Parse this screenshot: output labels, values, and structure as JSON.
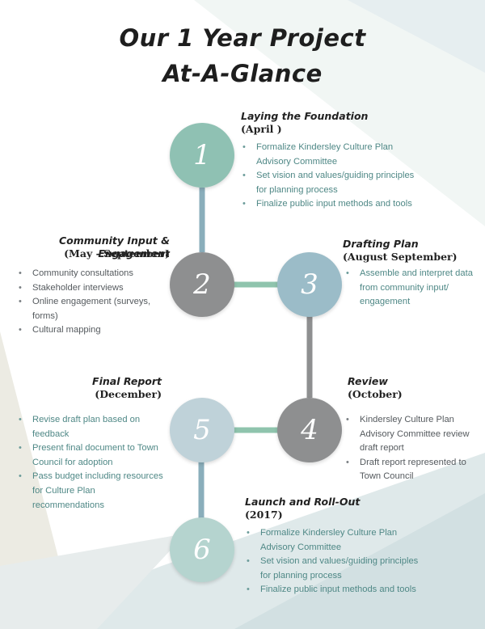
{
  "title": {
    "line1": "Our 1 Year Project",
    "line2": "At-A-Glance"
  },
  "colors": {
    "teal": "#8fc1b3",
    "gray": "#8e8f90",
    "blue": "#9bbcc8",
    "light_blue": "#bfd2d9",
    "pale_teal": "#b5d4cf",
    "connector_blue": "#8aaebb",
    "connector_green": "#8fc4ad"
  },
  "phases": [
    {
      "number": "1",
      "title": "Laying the Foundation",
      "date": "(April )",
      "items": [
        "Formalize Kindersley Culture Plan Advisory Committee",
        "Set vision and values/guiding principles for planning process",
        "Finalize public input methods and tools"
      ]
    },
    {
      "number": "2",
      "title": "Community Input & Engagement",
      "date": "(May - September)",
      "items": [
        "Community consultations",
        "Stakeholder interviews",
        "Online engagement (surveys, forms)",
        "Cultural mapping"
      ]
    },
    {
      "number": "3",
      "title": "Drafting Plan",
      "date": "(August September)",
      "items": [
        "Assemble and interpret data from community input/ engagement"
      ]
    },
    {
      "number": "4",
      "title": "Review",
      "date": "(October)",
      "items": [
        "Kindersley Culture Plan Advisory Committee review draft report",
        "Draft report represented to Town Council"
      ]
    },
    {
      "number": "5",
      "title": "Final Report",
      "date": "(December)",
      "items": [
        "Revise draft plan based on feedback",
        "Present final document to Town Council for adoption",
        "Pass budget including resources for Culture Plan recommendations"
      ]
    },
    {
      "number": "6",
      "title": "Launch and Roll-Out",
      "date": "(2017)",
      "items": [
        "Formalize Kindersley Culture Plan Advisory Committee",
        "Set vision and values/guiding principles for planning process",
        "Finalize public input methods and tools"
      ]
    }
  ]
}
